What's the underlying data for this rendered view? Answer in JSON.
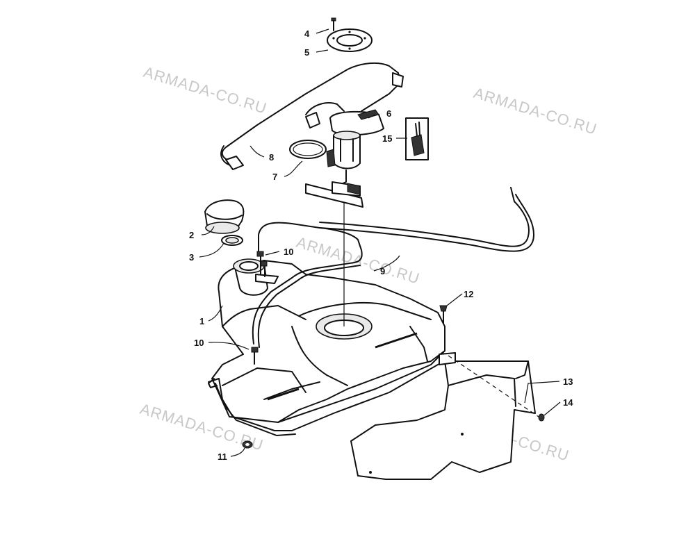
{
  "watermark": "ARMADA-CO.RU",
  "callouts": {
    "c1": "1",
    "c2": "2",
    "c3": "3",
    "c4": "4",
    "c5": "5",
    "c6": "6",
    "c7": "7",
    "c8": "8",
    "c9": "9",
    "c10a": "10",
    "c10b": "10",
    "c11": "11",
    "c12": "12",
    "c13": "13",
    "c14": "14",
    "c15": "15"
  }
}
